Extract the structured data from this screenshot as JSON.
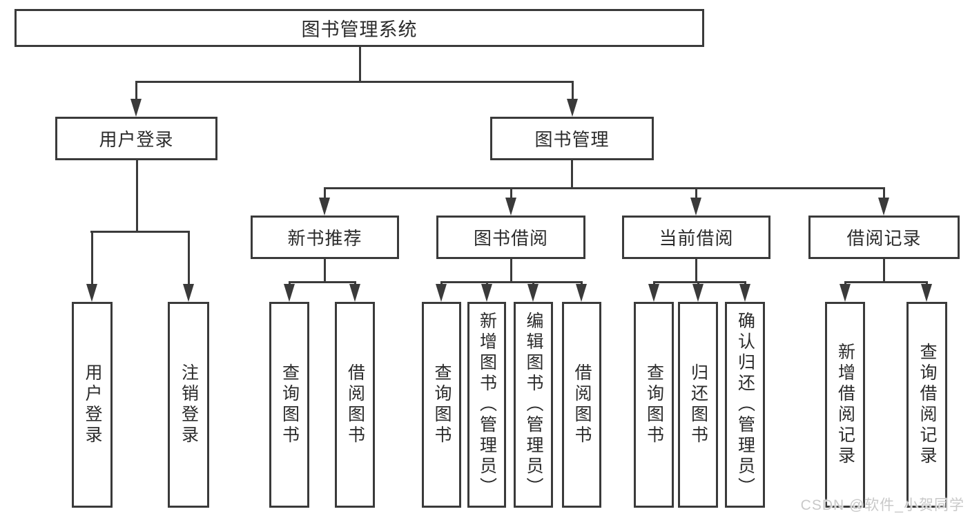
{
  "diagram": {
    "root": {
      "label": "图书管理系统"
    },
    "level2": [
      {
        "label": "用户登录",
        "children": [
          {
            "label": "用户登录"
          },
          {
            "label": "注销登录"
          }
        ]
      },
      {
        "label": "图书管理",
        "children": [
          {
            "label": "新书推荐",
            "children": [
              {
                "label": "查询图书"
              },
              {
                "label": "借阅图书"
              }
            ]
          },
          {
            "label": "图书借阅",
            "children": [
              {
                "label": "查询图书"
              },
              {
                "label": "新增图书（管理员）"
              },
              {
                "label": "编辑图书（管理员）"
              },
              {
                "label": "借阅图书"
              }
            ]
          },
          {
            "label": "当前借阅",
            "children": [
              {
                "label": "查询图书"
              },
              {
                "label": "归还图书"
              },
              {
                "label": "确认归还（管理员）"
              }
            ]
          },
          {
            "label": "借阅记录",
            "children": [
              {
                "label": "新增借阅记录"
              },
              {
                "label": "查询借阅记录"
              }
            ]
          }
        ]
      }
    ]
  },
  "watermark": {
    "text": "CSDN @软件_小贺同学"
  },
  "colors": {
    "line": "#3a3a3a",
    "text": "#2b2b2b",
    "watermark": "#c9c9c9",
    "background": "#ffffff"
  }
}
